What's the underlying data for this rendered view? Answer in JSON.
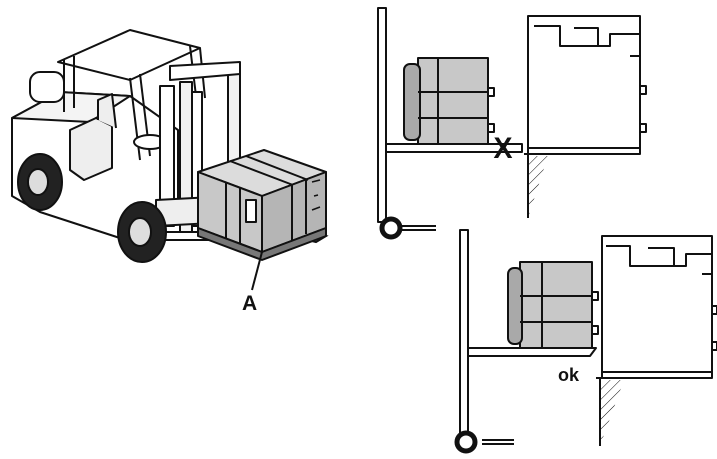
{
  "labels": {
    "a": "A",
    "wrong": "X",
    "right": "ok"
  },
  "colors": {
    "line": "#111111",
    "box_fill": "#c8c8c8",
    "box_dark": "#a9a9a9",
    "background": "#ffffff"
  }
}
